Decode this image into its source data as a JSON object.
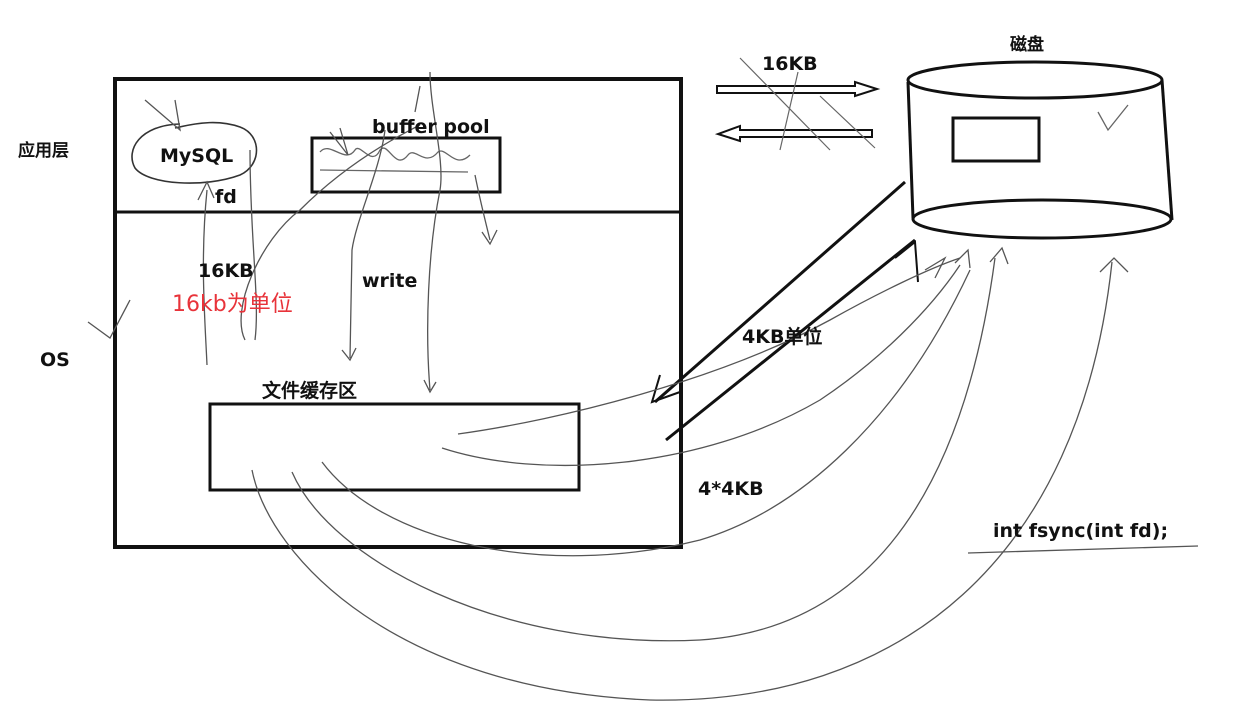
{
  "labels": {
    "app_layer": "应用层",
    "os": "OS",
    "mysql": "MySQL",
    "fd": "fd",
    "buffer_pool": "buffer pool",
    "os_16kb": "16KB",
    "os_16kb_unit": "16kb为单位",
    "write": "write",
    "file_cache": "文件缓存区",
    "disk": "磁盘",
    "disk_16kb": "16KB",
    "unit_4kb": "4KB单位",
    "four_by_4kb": "4*4KB",
    "fsync": "int fsync(int fd);"
  },
  "colors": {
    "ink": "#111111",
    "red": "#e8333a",
    "sketch": "#555555"
  }
}
